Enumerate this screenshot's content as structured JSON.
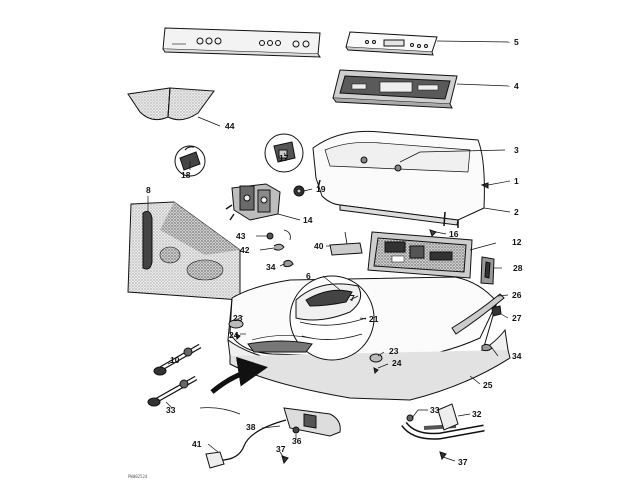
{
  "diagram": {
    "callouts": [
      {
        "id": "c5",
        "label": "5"
      },
      {
        "id": "c4",
        "label": "4"
      },
      {
        "id": "c44",
        "label": "44"
      },
      {
        "id": "c3",
        "label": "3"
      },
      {
        "id": "c17",
        "label": "17"
      },
      {
        "id": "c18",
        "label": "18"
      },
      {
        "id": "c1",
        "label": "1"
      },
      {
        "id": "c19",
        "label": "19"
      },
      {
        "id": "c8",
        "label": "8"
      },
      {
        "id": "c2",
        "label": "2"
      },
      {
        "id": "c14",
        "label": "14"
      },
      {
        "id": "c43",
        "label": "43"
      },
      {
        "id": "c16",
        "label": "16"
      },
      {
        "id": "c42",
        "label": "42"
      },
      {
        "id": "c40",
        "label": "40"
      },
      {
        "id": "c12",
        "label": "12"
      },
      {
        "id": "c34a",
        "label": "34"
      },
      {
        "id": "c28",
        "label": "28"
      },
      {
        "id": "c6",
        "label": "6"
      },
      {
        "id": "c7",
        "label": "7"
      },
      {
        "id": "c26",
        "label": "26"
      },
      {
        "id": "c23a",
        "label": "23"
      },
      {
        "id": "c21",
        "label": "21"
      },
      {
        "id": "c27",
        "label": "27"
      },
      {
        "id": "c24a",
        "label": "24"
      },
      {
        "id": "c10",
        "label": "10"
      },
      {
        "id": "c23b",
        "label": "23"
      },
      {
        "id": "c34b",
        "label": "34"
      },
      {
        "id": "c24b",
        "label": "24"
      },
      {
        "id": "c25",
        "label": "25"
      },
      {
        "id": "c33a",
        "label": "33"
      },
      {
        "id": "c33b",
        "label": "33"
      },
      {
        "id": "c32",
        "label": "32"
      },
      {
        "id": "c38",
        "label": "38"
      },
      {
        "id": "c36",
        "label": "36"
      },
      {
        "id": "c41",
        "label": "41"
      },
      {
        "id": "c37a",
        "label": "37"
      },
      {
        "id": "c37b",
        "label": "37"
      }
    ],
    "drawing_code": "PW002524"
  }
}
